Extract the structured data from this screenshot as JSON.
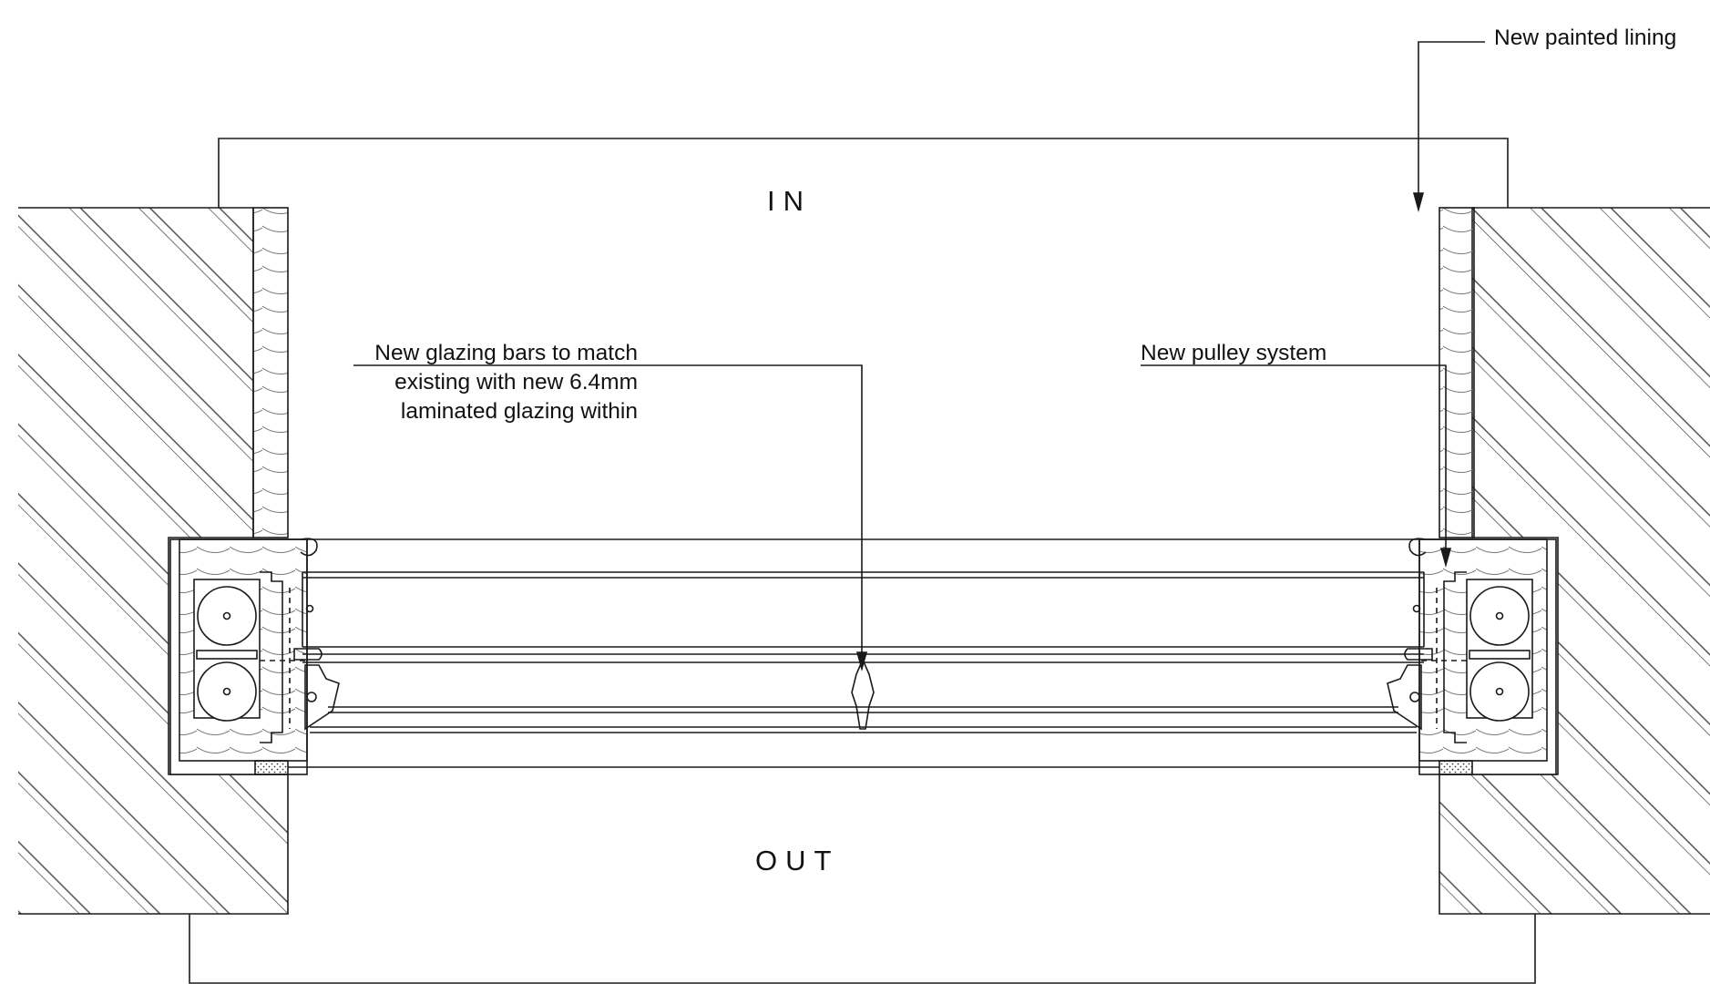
{
  "annotations": {
    "lining": "New painted lining",
    "glazing_line1": "New glazing bars to match",
    "glazing_line2": "existing with new 6.4mm",
    "glazing_line3": "laminated glazing within",
    "pulley": "New pulley system"
  },
  "rooms": {
    "inside": "IN",
    "outside": "OUT"
  },
  "colors": {
    "line": "#1a1a1a",
    "hatch": "#444444",
    "background": "#ffffff"
  }
}
